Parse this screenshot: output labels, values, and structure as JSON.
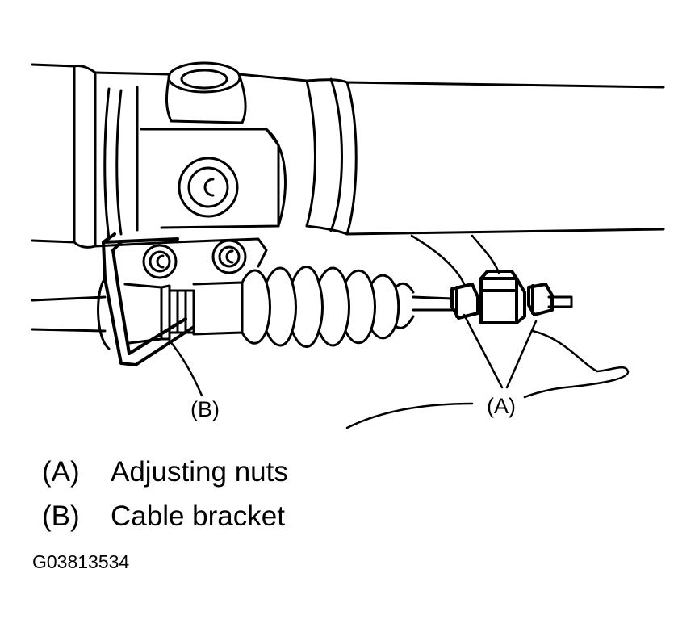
{
  "callouts": {
    "a": "(A)",
    "b": "(B)"
  },
  "legend": [
    {
      "key": "(A)",
      "label": "Adjusting nuts"
    },
    {
      "key": "(B)",
      "label": "Cable bracket"
    }
  ],
  "figure_code": "G03813534",
  "colors": {
    "ink": "#000000",
    "paper": "#ffffff"
  }
}
